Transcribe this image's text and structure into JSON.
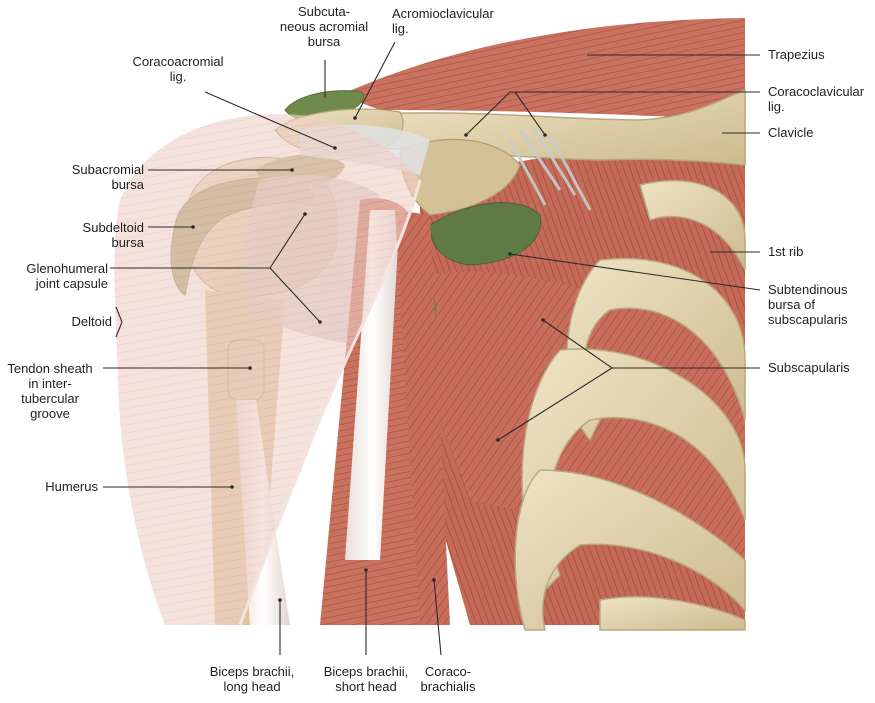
{
  "labels": {
    "subcutaneous_acromial_bursa": "Subcuta-\nneous acromial\nbursa",
    "acromioclavicular_lig": "Acromioclavicular\nlig.",
    "coracoacromial_lig": "Coracoacromial\nlig.",
    "trapezius": "Trapezius",
    "coracoclavicular_lig": "Coracoclavicular\nlig.",
    "clavicle": "Clavicle",
    "subacromial_bursa": "Subacromial\nbursa",
    "subdeltoid_bursa": "Subdeltoid\nbursa",
    "first_rib": "1st rib",
    "glenohumeral_joint_capsule": "Glenohumeral\njoint capsule",
    "subtendinous_bursa": "Subtendinous\nbursa of\nsubscapularis",
    "deltoid": "Deltoid",
    "tendon_sheath": "Tendon sheath\nin inter-\ntubercular\ngroove",
    "subscapularis": "Subscapularis",
    "humerus": "Humerus",
    "biceps_long_head": "Biceps brachii,\nlong head",
    "biceps_short_head": "Biceps brachii,\nshort head",
    "coracobrachialis": "Coraco-\nbrachialis"
  },
  "colors": {
    "muscle": "#c8705e",
    "muscle_dark": "#a44a3c",
    "bone": "#e3d3ae",
    "bone_shade": "#c9b78c",
    "bursa": "#5f7a44",
    "bursa_light": "#a9a26c",
    "ligament": "#d9dde0",
    "tendon": "#eee9e2",
    "deltoid_overlay": "#edc9c1",
    "leader": "#2a2a2a"
  }
}
